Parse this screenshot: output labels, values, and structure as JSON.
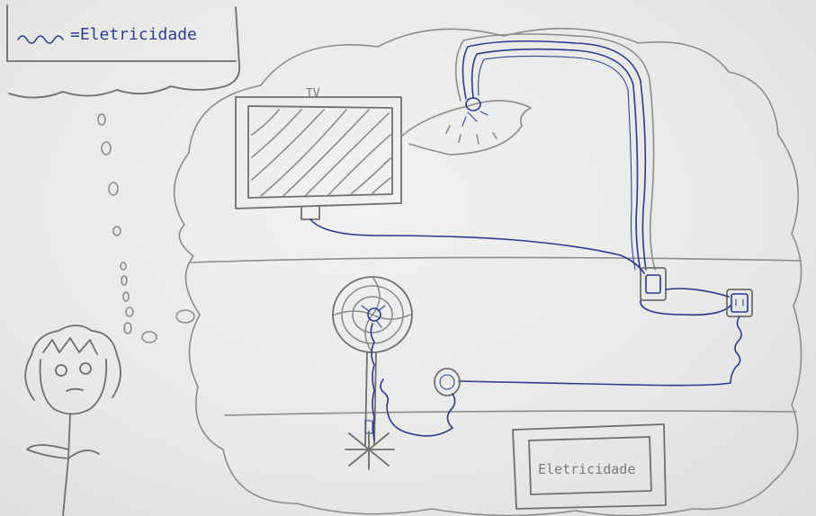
{
  "legend": {
    "text": "=Eletricidade"
  },
  "tv": {
    "label": "TV"
  },
  "sign": {
    "text": "Eletricidade"
  },
  "colors": {
    "ink": "#2a3a8f",
    "pencil": "#8c8c8c",
    "paper": "#ececea"
  }
}
